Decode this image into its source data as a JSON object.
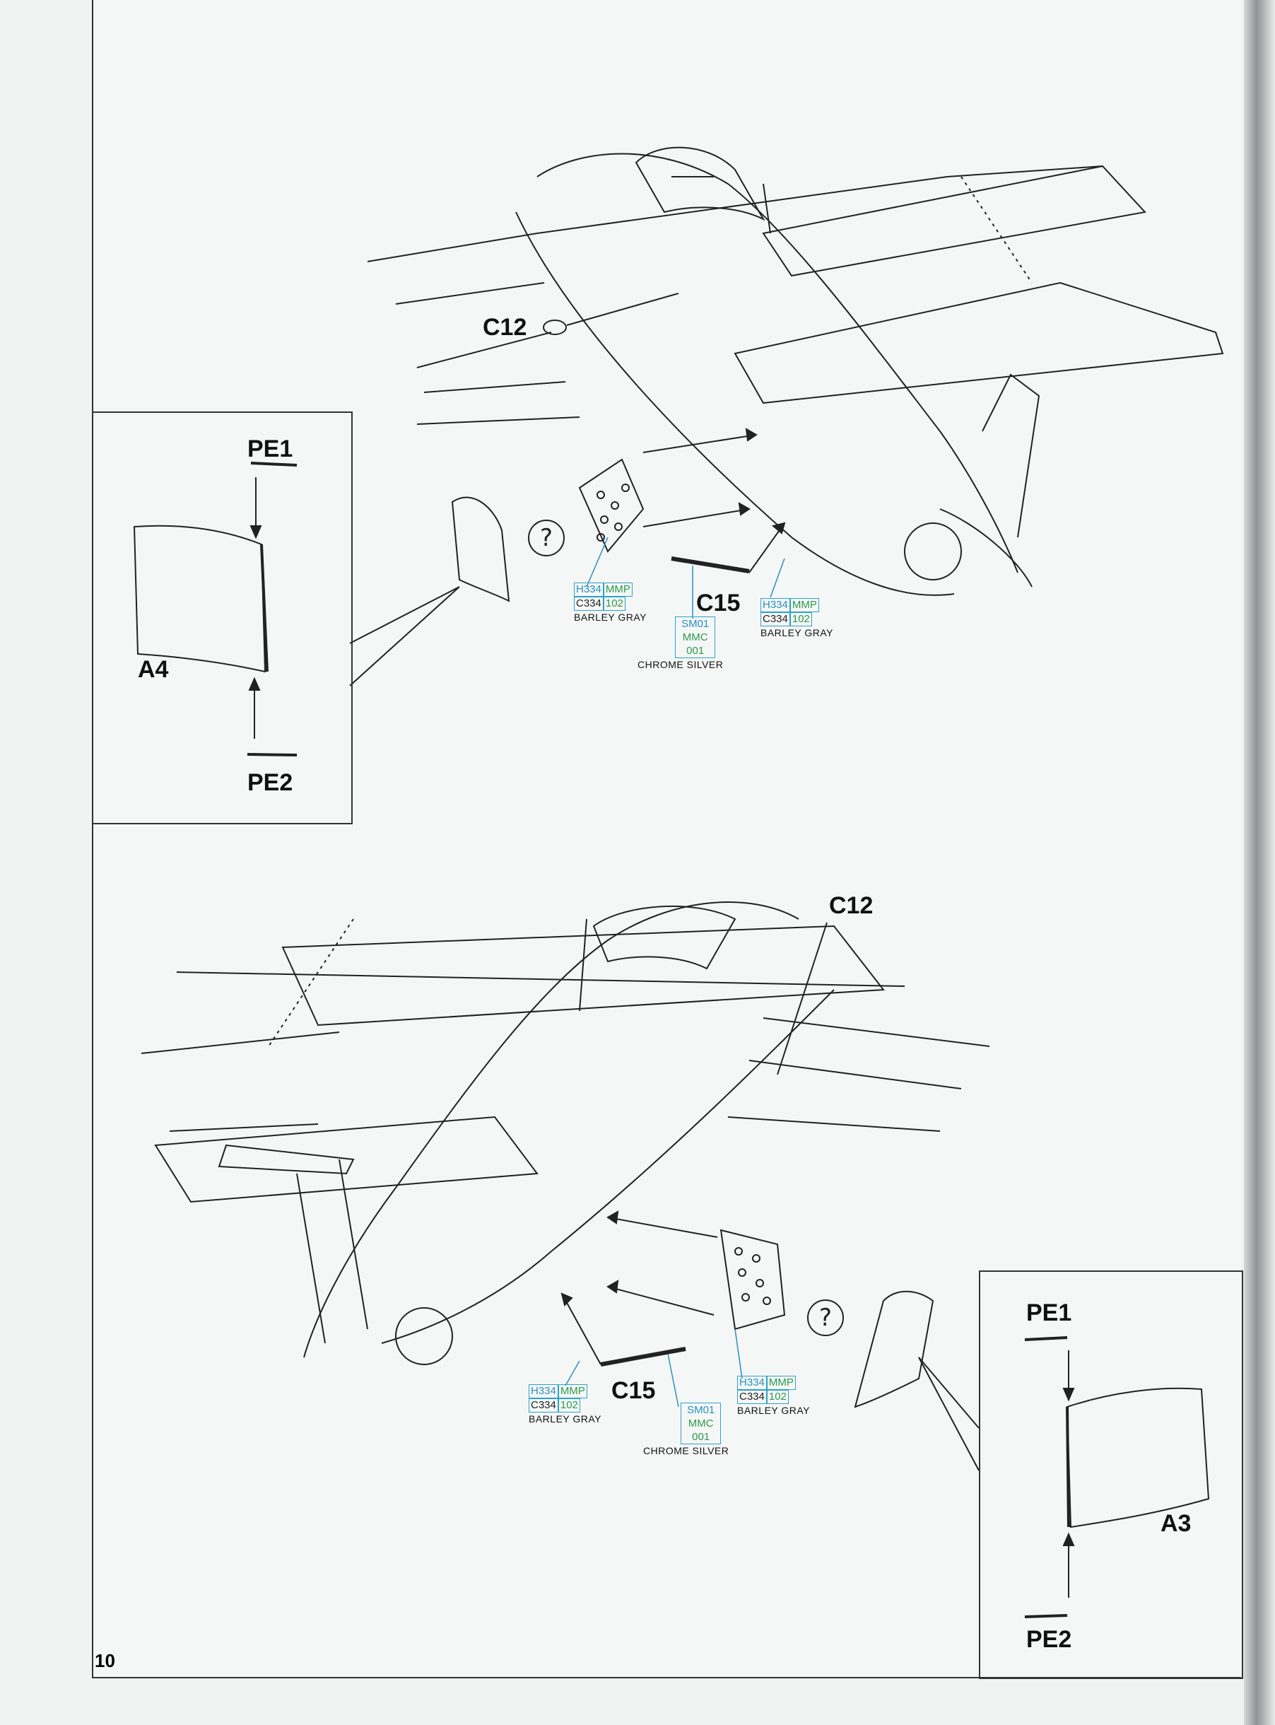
{
  "page": {
    "number": "10"
  },
  "top_step": {
    "labels": {
      "c12": "C12",
      "c15": "C15",
      "a4": "A4",
      "pe1": "PE1",
      "pe2": "PE2"
    },
    "question_mark": "?",
    "paint_left": {
      "h": "H334",
      "mmp": "MMP",
      "c": "C334",
      "num": "102",
      "name": "BARLEY GRAY"
    },
    "paint_chrome": {
      "sm": "SM01",
      "mmc": "MMC",
      "num": "001",
      "name": "CHROME SILVER"
    },
    "paint_right": {
      "h": "H334",
      "mmp": "MMP",
      "c": "C334",
      "num": "102",
      "name": "BARLEY GRAY"
    }
  },
  "bottom_step": {
    "labels": {
      "c12": "C12",
      "c15": "C15",
      "a3": "A3",
      "pe1": "PE1",
      "pe2": "PE2"
    },
    "question_mark": "?",
    "paint_left": {
      "h": "H334",
      "mmp": "MMP",
      "c": "C334",
      "num": "102",
      "name": "BARLEY GRAY"
    },
    "paint_chrome": {
      "sm": "SM01",
      "mmc": "MMC",
      "num": "001",
      "name": "CHROME SILVER"
    },
    "paint_right": {
      "h": "H334",
      "mmp": "MMP",
      "c": "C334",
      "num": "102",
      "name": "BARLEY GRAY"
    }
  },
  "colors": {
    "gunze": "#2a8fc0",
    "mission": "#2b9a4a",
    "line": "#222222"
  }
}
